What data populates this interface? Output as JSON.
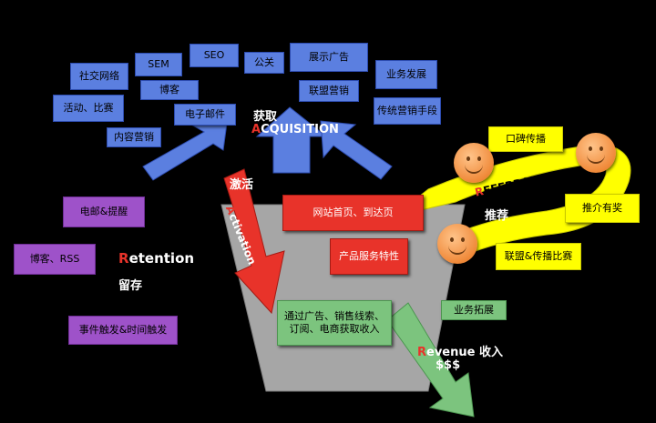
{
  "acquisition": {
    "title_cn": "获取",
    "title_first": "A",
    "title_rest": "CQUISITION",
    "channels": [
      "社交网络",
      "SEM",
      "SEO",
      "公关",
      "展示广告",
      "业务发展",
      "博客",
      "联盟营销",
      "活动、比赛",
      "电子邮件",
      "传统营销手段",
      "内容营销"
    ]
  },
  "activation": {
    "title_cn": "激活",
    "title_first": "A",
    "title_rest": "ctivation",
    "items": [
      "网站首页、到达页",
      "产品服务特性"
    ]
  },
  "retention": {
    "title_first": "R",
    "title_rest": "etention",
    "title_cn": "留存",
    "items": [
      "电邮&提醒",
      "博客、RSS",
      "事件触发&时间触发"
    ]
  },
  "referral": {
    "title_first": "R",
    "title_rest": "EFERRAL",
    "title_cn": "推荐",
    "items": [
      "口碑传播",
      "推介有奖",
      "联盟&传播比赛"
    ]
  },
  "revenue": {
    "title_first": "R",
    "title_rest": "evenue",
    "title_cn": "收入",
    "money": "$$$",
    "items": [
      "通过广告、销售线索、订阅、电商获取收入",
      "业务拓展"
    ]
  },
  "colors": {
    "background": "#000000",
    "acquisition": "#5b7fe0",
    "retention": "#9e52c9",
    "activation": "#e8332a",
    "revenue": "#7cc47e",
    "referral": "#ffff00",
    "funnel": "#a6a6a6"
  }
}
